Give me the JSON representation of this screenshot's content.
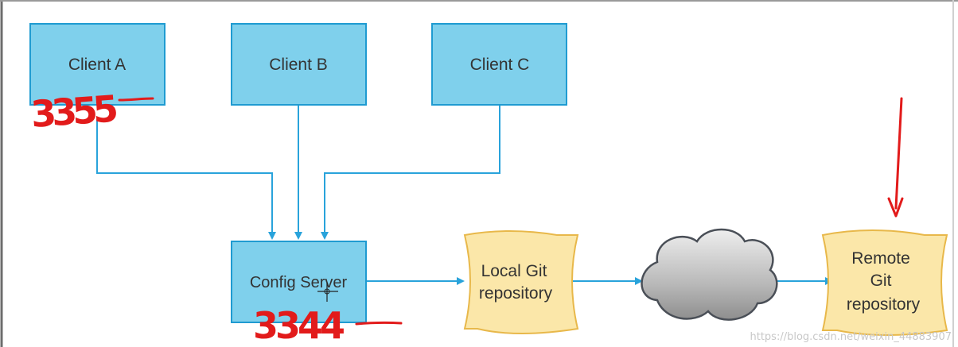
{
  "diagram": {
    "clients": [
      {
        "label": "Client A"
      },
      {
        "label": "Client B"
      },
      {
        "label": "Client C"
      }
    ],
    "config_server": {
      "label": "Config Server"
    },
    "local_repo": {
      "line1": "Local Git",
      "line2": "repository"
    },
    "remote_repo": {
      "line1": "Remote",
      "line2": "Git",
      "line3": "repository"
    }
  },
  "annotations": {
    "client_a_port": "3355",
    "config_server_port": "3344"
  },
  "watermark": "https://blog.csdn.net/weixin_44883907",
  "colors": {
    "box_fill": "#7fd0ec",
    "box_stroke": "#1f9bd1",
    "connector": "#29a3db",
    "repo_fill": "#fbe7a9",
    "repo_stroke": "#e8b84a",
    "annotation": "#e21b1b"
  }
}
